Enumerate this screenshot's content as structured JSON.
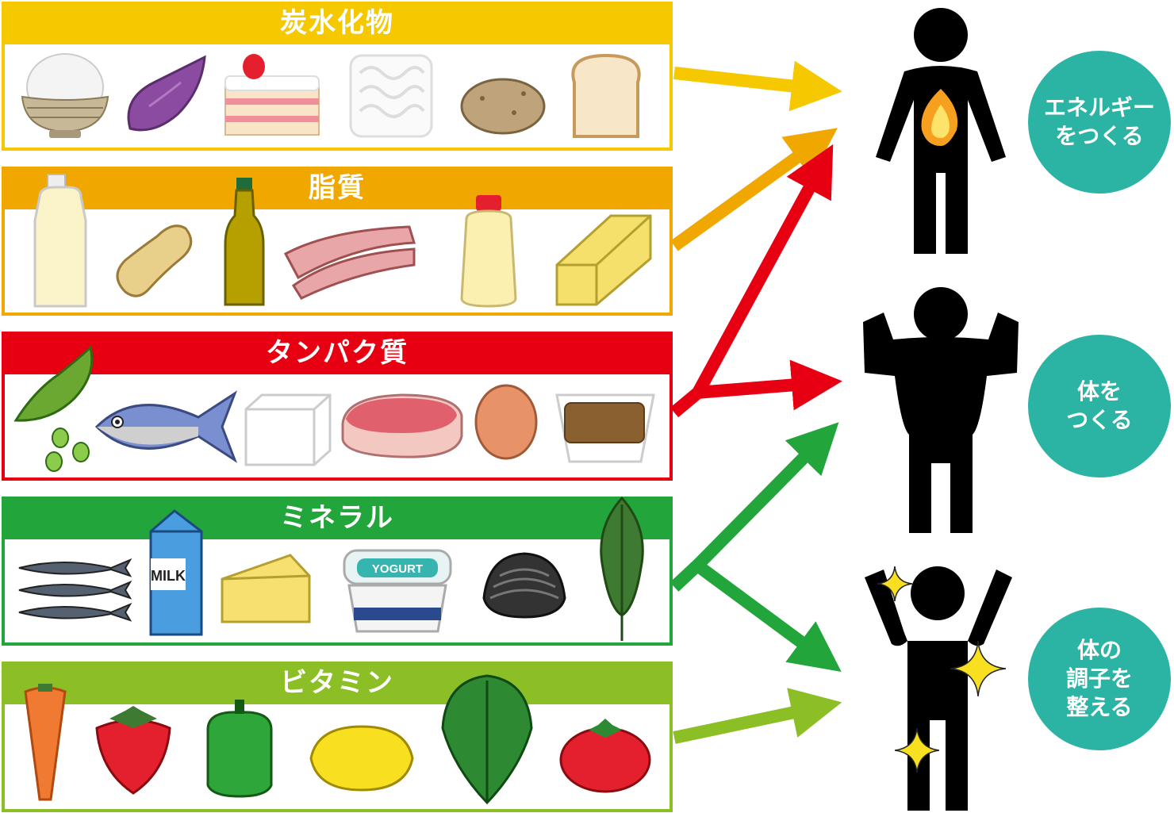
{
  "groups": [
    {
      "label": "炭水化物",
      "color": "#f5c800"
    },
    {
      "label": "脂質",
      "color": "#f0a800"
    },
    {
      "label": "タンパク質",
      "color": "#e60012"
    },
    {
      "label": "ミネラル",
      "color": "#22a53a"
    },
    {
      "label": "ビタミン",
      "color": "#8cbf26"
    }
  ],
  "foods": {
    "carbs": [
      "rice-bowl-icon",
      "sweet-potato-icon",
      "shortcake-icon",
      "noodles-icon",
      "potato-icon",
      "bread-icon"
    ],
    "fats": [
      "oil-jug-icon",
      "peanut-icon",
      "olive-oil-icon",
      "bacon-icon",
      "mayonnaise-icon",
      "butter-icon"
    ],
    "protein": [
      "edamame-icon",
      "fish-icon",
      "tofu-icon",
      "meat-icon",
      "egg-icon",
      "natto-icon"
    ],
    "minerals": [
      "sardines-icon",
      "milk-carton-icon",
      "cheese-icon",
      "yogurt-icon",
      "clam-icon",
      "seaweed-icon"
    ],
    "vitamins": [
      "carrot-icon",
      "strawberry-icon",
      "green-pepper-icon",
      "lemon-icon",
      "spinach-icon",
      "tomato-icon"
    ]
  },
  "labels": {
    "milk": "MILK",
    "yogurt": "YOGURT"
  },
  "roles": [
    {
      "text": "エネルギー\nをつくる"
    },
    {
      "text": "体を\nつくる"
    },
    {
      "text": "体の\n調子を\n整える"
    }
  ],
  "colors": {
    "circle": "#2bb3a3",
    "person": "#000000"
  }
}
